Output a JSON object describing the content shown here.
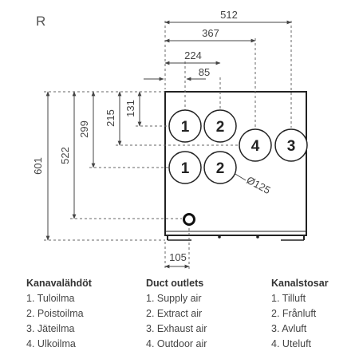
{
  "side_label": "R",
  "dimensions": {
    "d512": "512",
    "d367": "367",
    "d224": "224",
    "d85": "85",
    "d131": "131",
    "d215": "215",
    "d299": "299",
    "d522": "522",
    "d601": "601",
    "d105": "105",
    "d125": "Ø125"
  },
  "ports": {
    "p1a": "1",
    "p2a": "2",
    "p1b": "1",
    "p2b": "2",
    "p3": "3",
    "p4": "4"
  },
  "legend": {
    "fi": {
      "heading": "Kanavalähdöt",
      "items": [
        "1. Tuloilma",
        "2. Poistoilma",
        "3. Jäteilma",
        "4. Ulkoilma"
      ]
    },
    "en": {
      "heading": "Duct outlets",
      "items": [
        "1. Supply air",
        "2. Extract air",
        "3. Exhaust air",
        "4. Outdoor air"
      ]
    },
    "sv": {
      "heading": "Kanalstosar",
      "items": [
        "1. Tilluft",
        "2. Frånluft",
        "3. Avluft",
        "4. Uteluft"
      ]
    }
  }
}
